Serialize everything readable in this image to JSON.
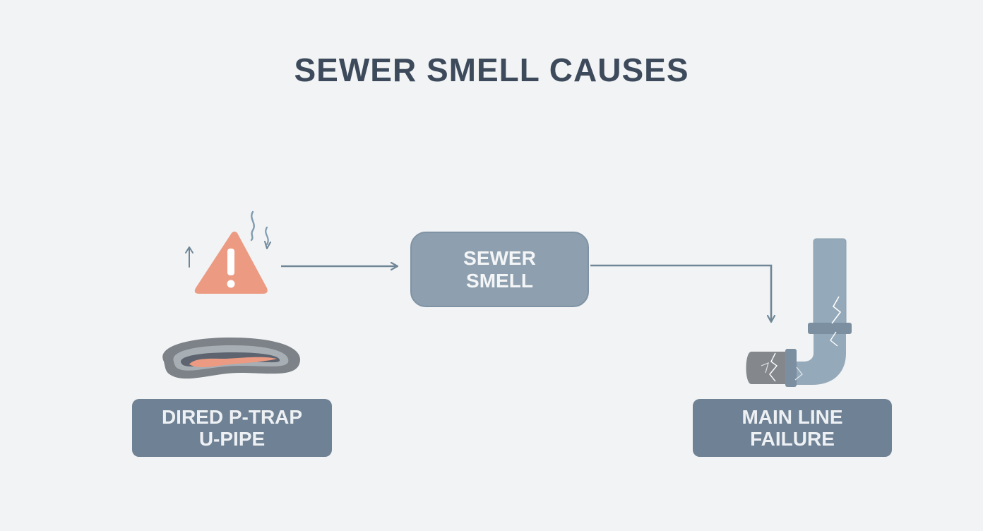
{
  "title": "SEWER SMELL CAUSES",
  "nodes": {
    "center": "SEWER\nSMELL",
    "left": "DIRED P-TRAP\nU-PIPE",
    "right": "MAIN LINE\nFAILURE"
  },
  "icons": {
    "warning": "warning-triangle-icon",
    "odor": "odor-wave-icon",
    "ptrap": "dried-p-trap-icon",
    "pipe": "cracked-pipe-icon"
  },
  "colors": {
    "background": "#f2f3f4",
    "title": "#3d4a5c",
    "center_box": "#8ea0af",
    "label_box": "#6f8194",
    "arrow": "#6f8697",
    "warning": "#ec9a82",
    "pipe": "#94a9b9"
  }
}
